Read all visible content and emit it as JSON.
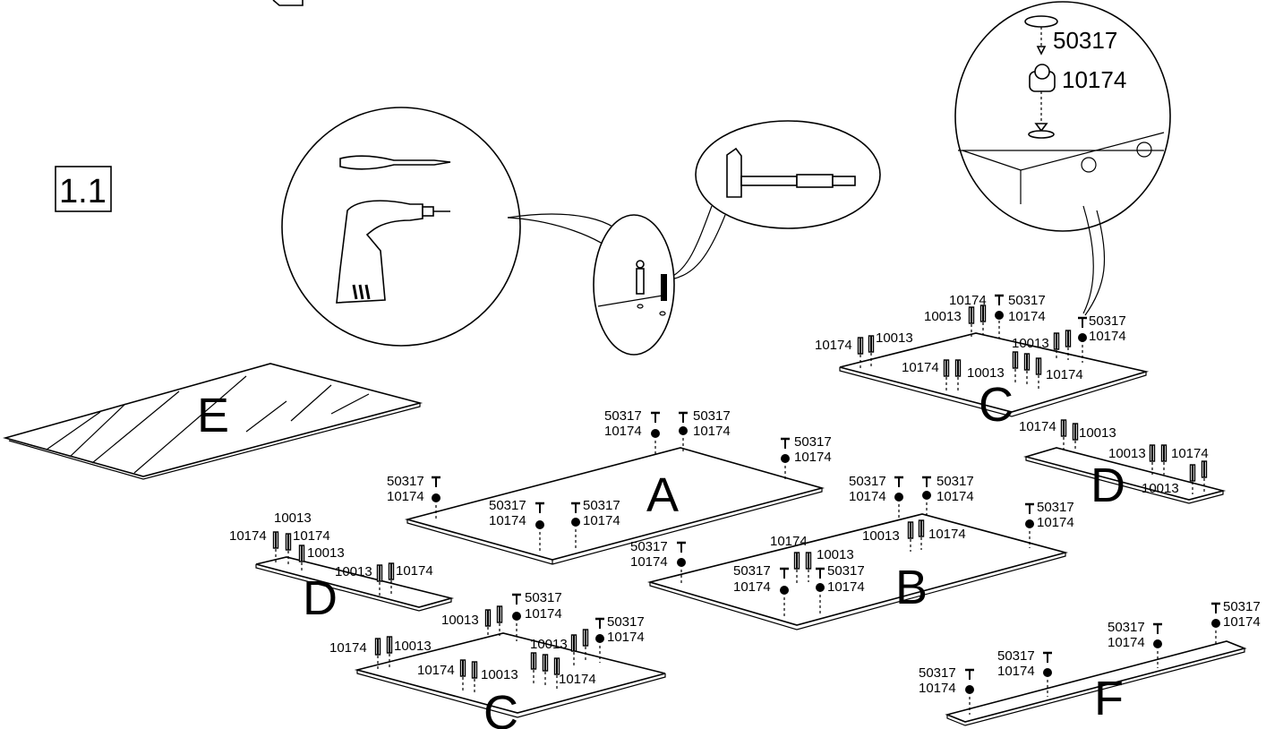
{
  "step_label": "1.1",
  "parts": {
    "cam_bolt": "50317",
    "cam_lock": "10174",
    "dowel": "10013"
  },
  "panel_letters": {
    "A": "A",
    "B": "B",
    "C": "C",
    "D": "D",
    "E": "E",
    "F": "F"
  },
  "tools": [
    "screwdriver-icon",
    "drill-icon",
    "hammer-icon"
  ]
}
